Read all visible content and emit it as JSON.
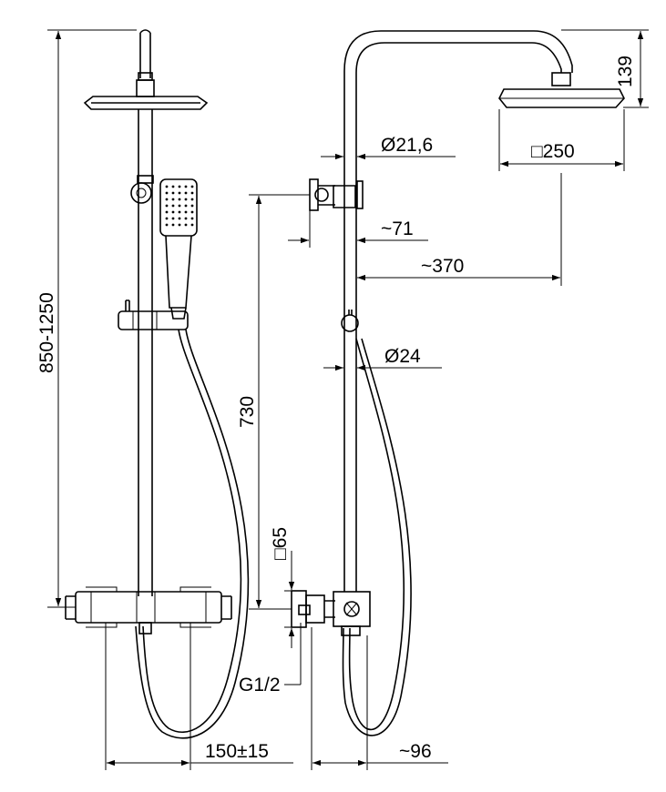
{
  "dimensions": {
    "total_height": "850-1250",
    "tube_diameter_top": "Ø21,6",
    "head_size": "□250",
    "arm_drop": "139",
    "arm_offset": "~71",
    "arm_reach": "~370",
    "tube_diameter_bottom": "Ø24",
    "rail_height": "730",
    "bracket_size": "□65",
    "thread": "G1/2",
    "inlet_spacing": "150±15",
    "wall_distance": "~96"
  }
}
